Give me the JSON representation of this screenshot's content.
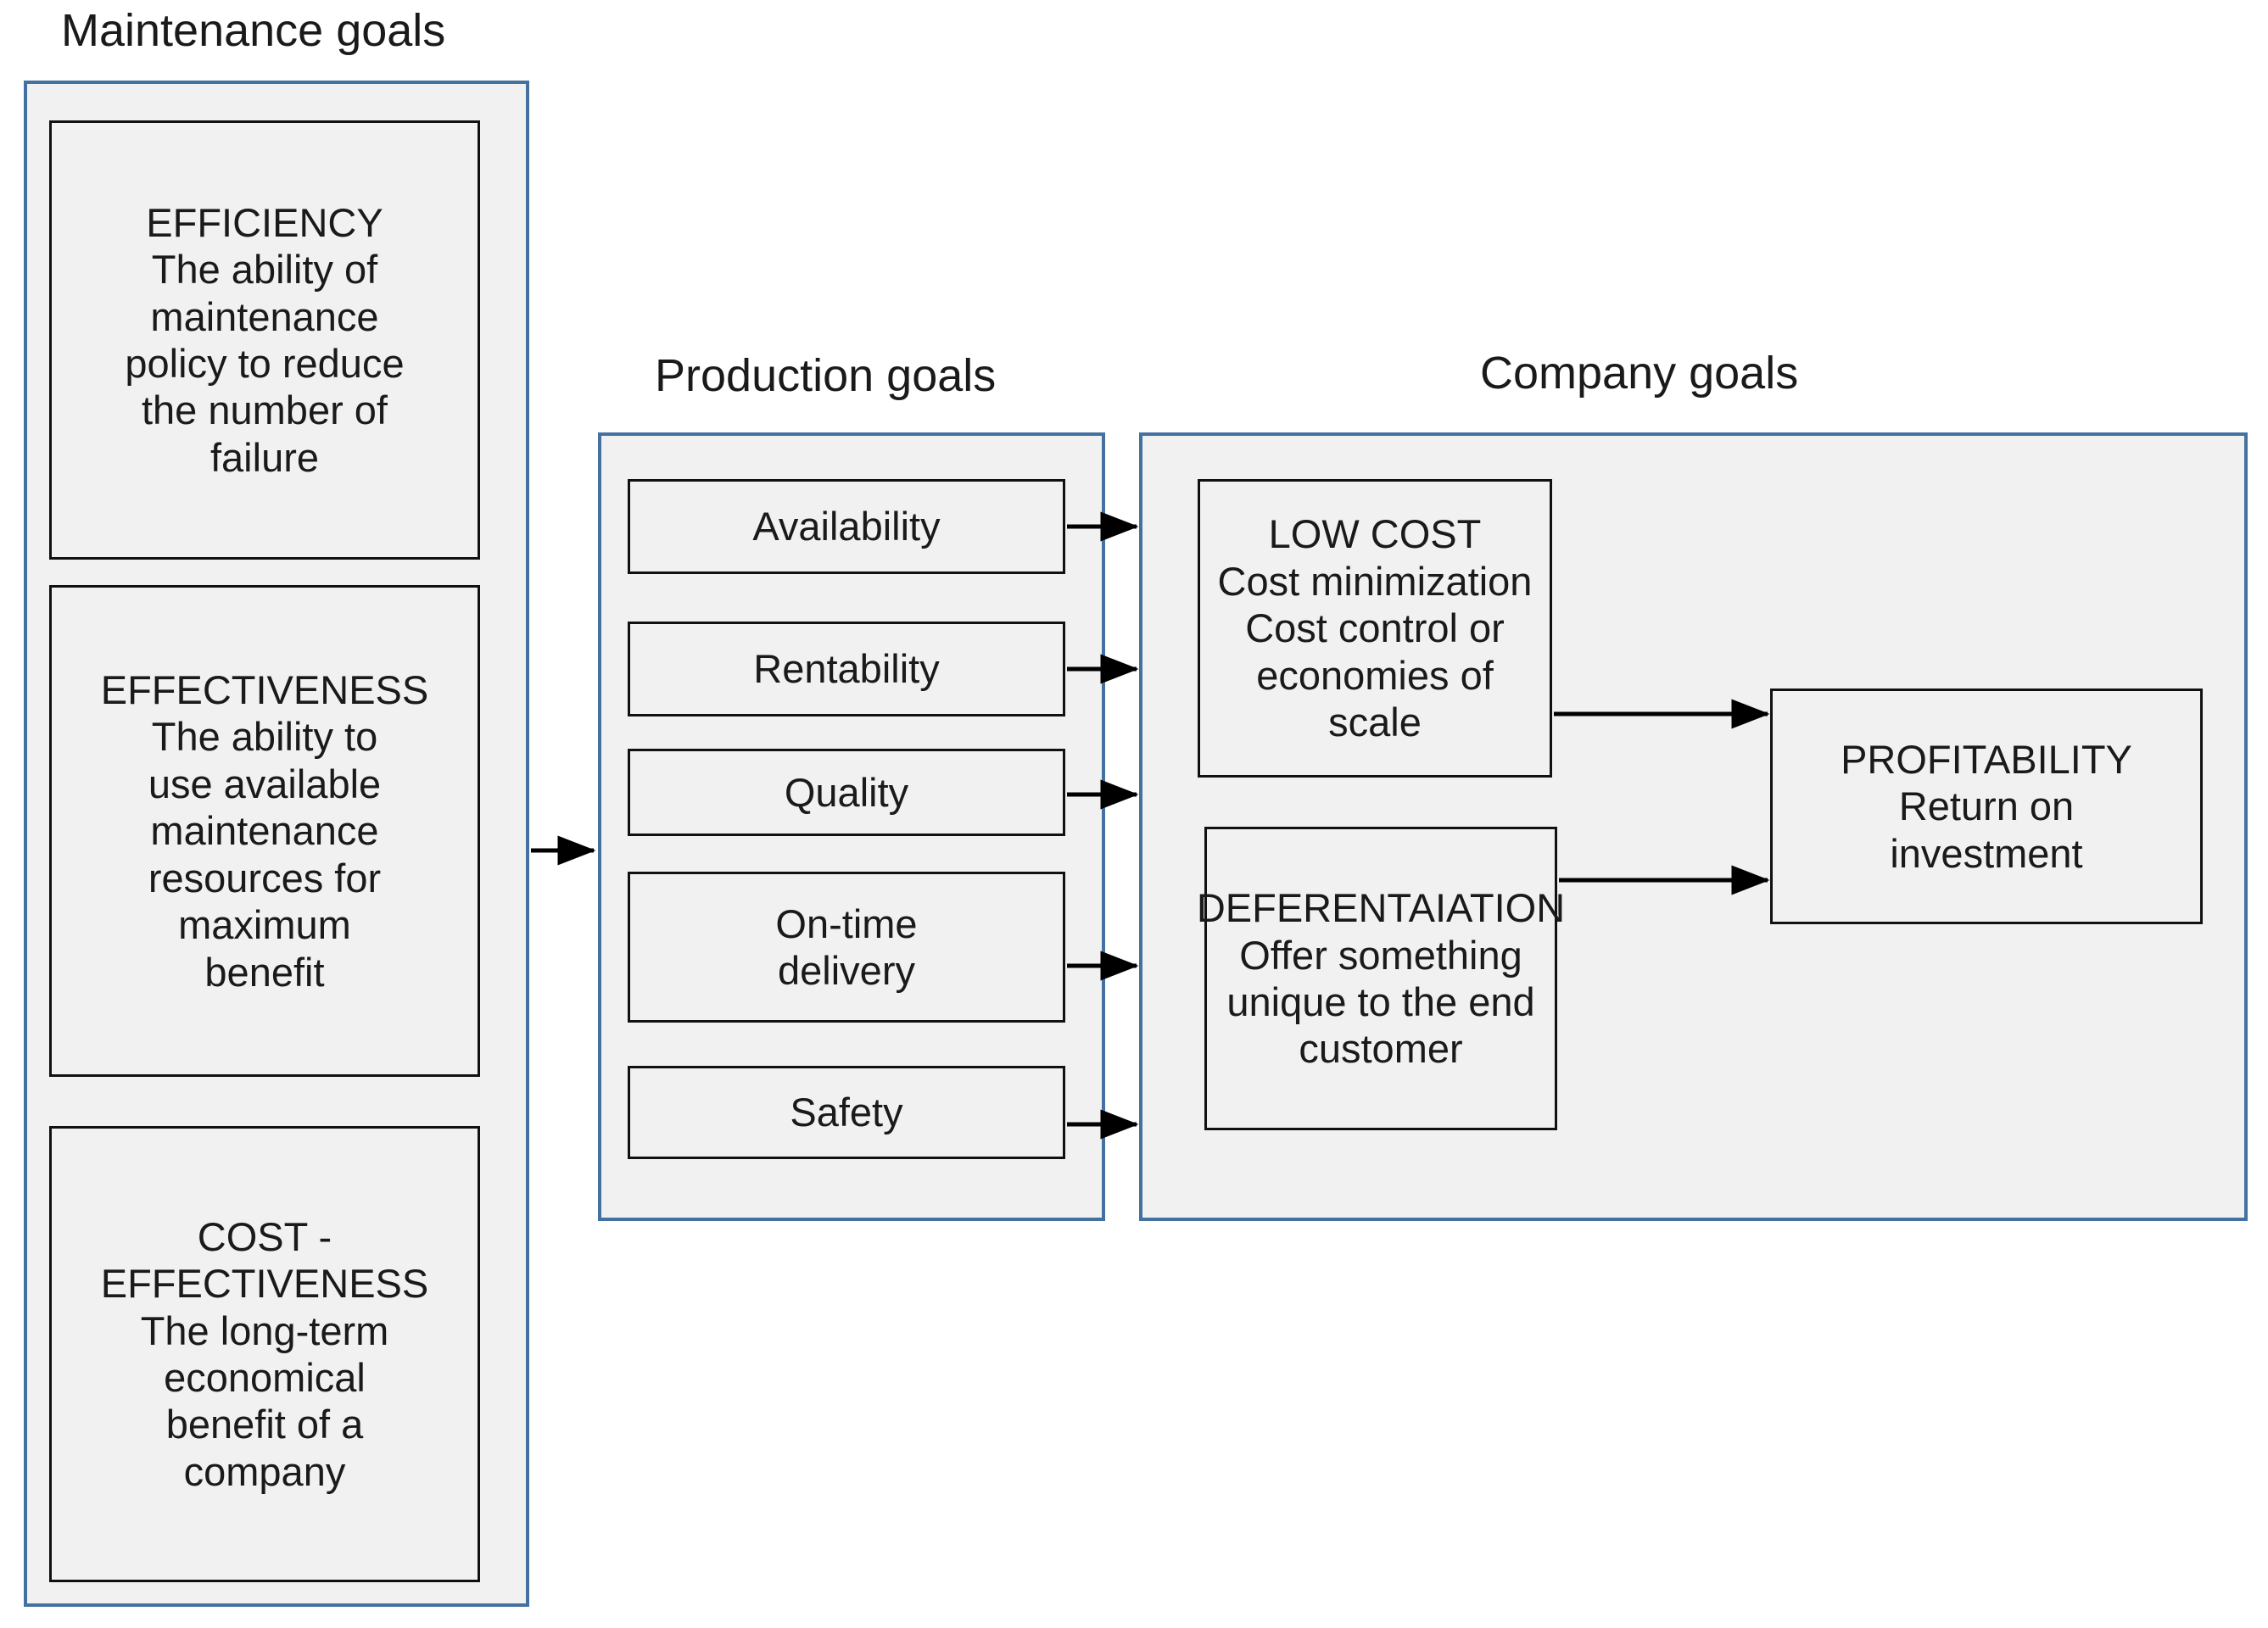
{
  "diagram": {
    "title": "Maintenance, production and company goals alignment",
    "background_color": "#FFFFFF",
    "group_border_color": "#4472A0",
    "group_fill_color": "#F1F1F1",
    "node_border_color": "#111111",
    "node_fill_color": "#F1F1F1",
    "arrow_color": "#000000"
  },
  "sections": {
    "maintenance": {
      "title": "Maintenance goals",
      "nodes": [
        {
          "id": "efficiency",
          "heading": "EFFICIENCY",
          "body": "The ability of maintenance policy to reduce the number of failure",
          "text": "EFFICIENCY\nThe ability of\nmaintenance\npolicy to reduce\nthe number of\nfailure"
        },
        {
          "id": "effectiveness",
          "heading": "EFFECTIVENESS",
          "body": "The ability to use available maintenance resources for maximum benefit",
          "text": "EFFECTIVENESS\nThe ability to\nuse available\nmaintenance\nresources for\nmaximum\nbenefit"
        },
        {
          "id": "cost-effectiveness",
          "heading": "COST - EFFECTIVENESS",
          "body": "The long-term economical benefit of a company",
          "text": "COST -\nEFFECTIVENESS\nThe long-term\neconomical\nbenefit of a\ncompany"
        }
      ]
    },
    "production": {
      "title": "Production goals",
      "nodes": [
        {
          "id": "availability",
          "text": "Availability"
        },
        {
          "id": "rentability",
          "text": "Rentability"
        },
        {
          "id": "quality",
          "text": "Quality"
        },
        {
          "id": "on-time-delivery",
          "text": "On-time\ndelivery"
        },
        {
          "id": "safety",
          "text": "Safety"
        }
      ]
    },
    "company": {
      "title": "Company goals",
      "nodes": [
        {
          "id": "low-cost",
          "heading": "LOW COST",
          "body": "Cost minimization Cost control or economies of scale",
          "text": "LOW COST\nCost minimization\nCost control or\neconomies of scale"
        },
        {
          "id": "differentiation",
          "heading": "DEFERENTAIATION",
          "body": "Offer something unique to the end customer",
          "text": "DEFERENTAIATION\nOffer something\nunique to the end\ncustomer"
        },
        {
          "id": "profitability",
          "heading": "PROFITABILITY",
          "body": "Return on investment",
          "text": "PROFITABILITY\nReturn on\ninvestment"
        }
      ]
    }
  },
  "connections": [
    {
      "from": "maintenance-group",
      "to": "production-group"
    },
    {
      "from": "availability",
      "to": "company-group"
    },
    {
      "from": "rentability",
      "to": "company-group"
    },
    {
      "from": "quality",
      "to": "company-group"
    },
    {
      "from": "on-time-delivery",
      "to": "company-group"
    },
    {
      "from": "safety",
      "to": "company-group"
    },
    {
      "from": "low-cost",
      "to": "profitability"
    },
    {
      "from": "differentiation",
      "to": "profitability"
    }
  ]
}
